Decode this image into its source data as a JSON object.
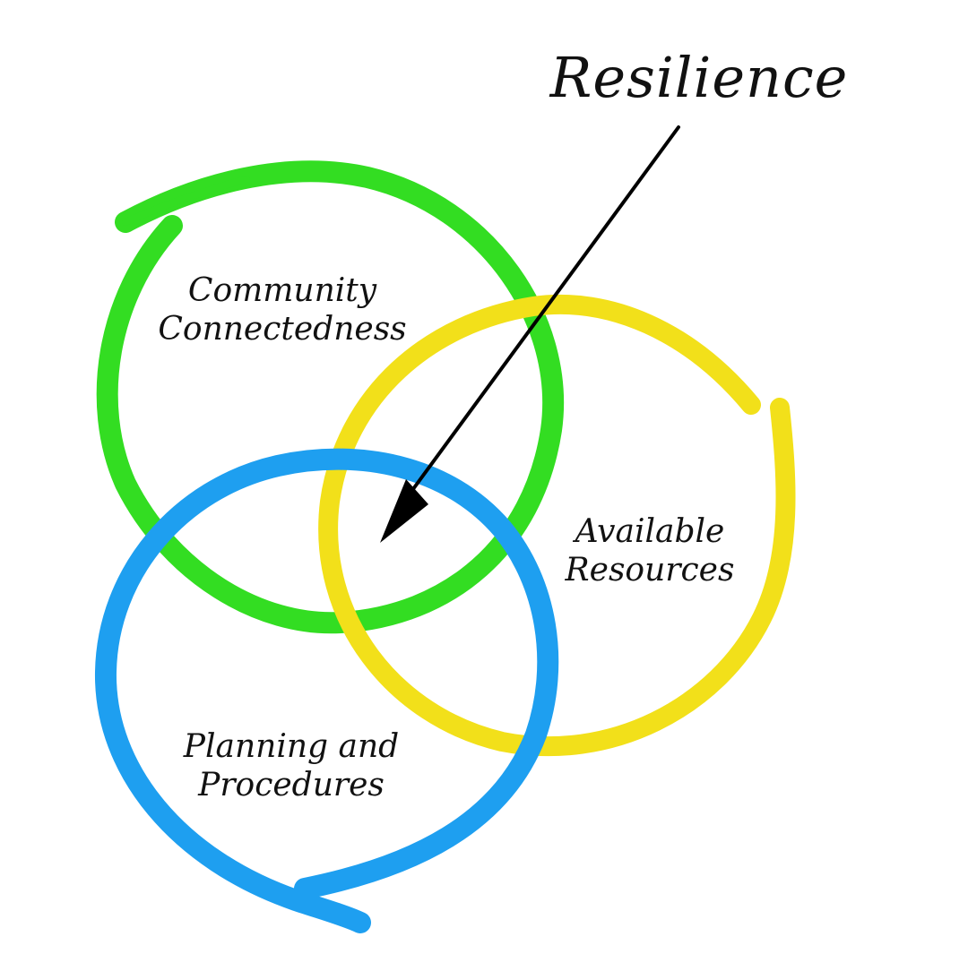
{
  "title": "Resilience",
  "circles": [
    {
      "id": "community",
      "lines": [
        "Community",
        "Connectedness"
      ],
      "color": "#33dd22"
    },
    {
      "id": "resources",
      "lines": [
        "Available",
        "Resources"
      ],
      "color": "#f2e01a"
    },
    {
      "id": "planning",
      "lines": [
        "Planning and",
        "Procedures"
      ],
      "color": "#1e9ff0"
    }
  ],
  "arrow_color": "#000000",
  "text_color": "#111111",
  "background": "#ffffff"
}
